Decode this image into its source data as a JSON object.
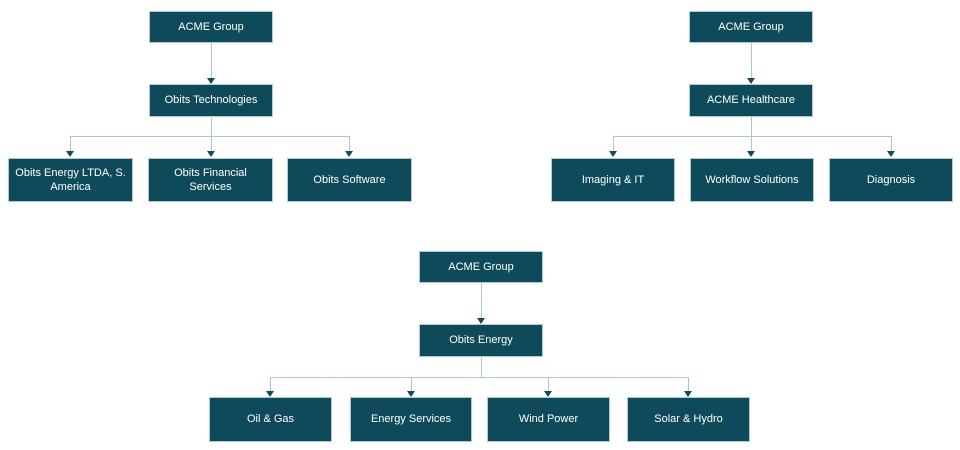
{
  "colors": {
    "background": "#FFFFFF",
    "box_fill": "#0E4A5A",
    "box_border": "#AECCD8",
    "connector": "#A9C7D3",
    "arrowhead": "#0F4A5A",
    "text": "#FFFFFF"
  },
  "trees": [
    {
      "name": "technologies-tree",
      "root": {
        "label": "ACME Group"
      },
      "middle": {
        "label": "Obits Technologies"
      },
      "children": [
        {
          "label": "Obits Energy LTDA, S. America"
        },
        {
          "label": "Obits Financial Services"
        },
        {
          "label": "Obits Software"
        }
      ]
    },
    {
      "name": "healthcare-tree",
      "root": {
        "label": "ACME Group"
      },
      "middle": {
        "label": "ACME Healthcare"
      },
      "children": [
        {
          "label": "Imaging & IT"
        },
        {
          "label": "Workflow Solutions"
        },
        {
          "label": "Diagnosis"
        }
      ]
    },
    {
      "name": "energy-tree",
      "root": {
        "label": "ACME Group"
      },
      "middle": {
        "label": "Obits Energy"
      },
      "children": [
        {
          "label": "Oil & Gas"
        },
        {
          "label": "Energy Services"
        },
        {
          "label": "Wind Power"
        },
        {
          "label": "Solar & Hydro"
        }
      ]
    }
  ]
}
